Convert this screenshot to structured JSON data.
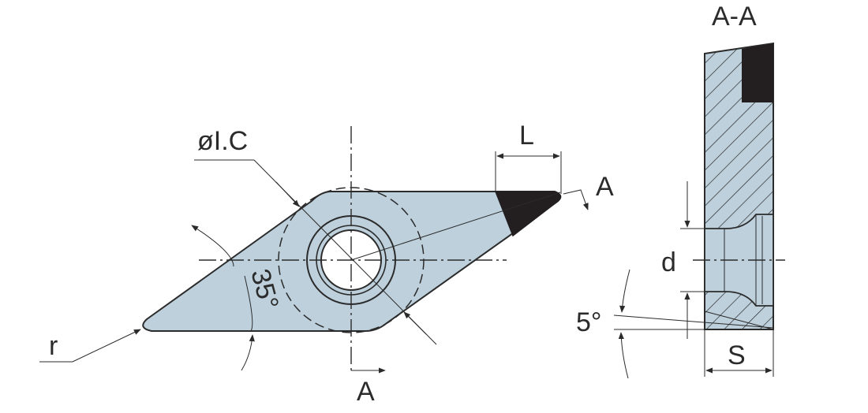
{
  "labels": {
    "inscribed_circle": "øI.C",
    "edge_length": "L",
    "section_marker_top": "A",
    "section_marker_bottom": "A",
    "nose_radius": "r",
    "tip_angle": "35°",
    "section_title": "A-A",
    "hole_diameter": "d",
    "clearance_angle": "5°",
    "thickness": "S"
  },
  "colors": {
    "insert_fill": "#bdd0dc",
    "carbide_tip": "#231f20",
    "outline": "#2b2b2b"
  }
}
